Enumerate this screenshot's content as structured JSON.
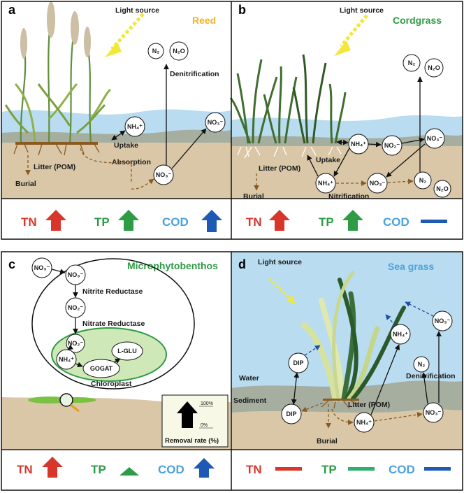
{
  "colors": {
    "tn": "#d9362b",
    "tp": "#2e9b45",
    "cod": "#1e5ab4",
    "cod_text": "#4aa3dc",
    "reed_title": "#f0b429",
    "green_title": "#2e9b45",
    "seagrass_title": "#4aa3dc",
    "water": "#b9dcf0",
    "sediment": "#d9c7a8",
    "light": "#f2e83a"
  },
  "panel_a": {
    "letter": "a",
    "title": "Reed",
    "light": "Light source",
    "n2": "N₂",
    "n2o": "N₂O",
    "denitrification": "Denitrification",
    "nh4": "NH₄⁺",
    "no3_water": "NO₃⁻",
    "uptake": "Uptake",
    "absorption": "Absorption",
    "no3_sed": "NO₃⁻",
    "litter": "Litter (POM)",
    "burial": "Burial",
    "tn": "TN",
    "tp": "TP",
    "cod": "COD",
    "tn_icon": "up-arrow-icon",
    "tp_icon": "up-arrow-icon",
    "cod_icon": "up-arrow-icon"
  },
  "panel_b": {
    "letter": "b",
    "title": "Cordgrass",
    "light": "Light source",
    "n2": "N₂",
    "n2o": "N₂O",
    "nh4": "NH₄⁺",
    "no2": "NO₂⁻",
    "no3_water": "NO₃⁻",
    "uptake": "Uptake",
    "nh4_sed": "NH₄⁺",
    "no3_sed": "NO₃⁻",
    "n2_sed": "N₂",
    "n2o_sed": "N₂O",
    "nitrification": "Nitrification",
    "litter": "Litter (POM)",
    "burial": "Burial",
    "tn": "TN",
    "tp": "TP",
    "cod": "COD",
    "tn_icon": "up-arrow-icon",
    "tp_icon": "up-arrow-icon",
    "cod_icon": "flat-bar-icon"
  },
  "panel_c": {
    "letter": "c",
    "title": "Microphytobenthos",
    "no3_out": "NO₃⁻",
    "no3_in": "NO₃⁻",
    "nitrite_reductase": "Nitrite Reductase",
    "no2": "NO₂⁻",
    "nitrate_reductase": "Nitrate Reductase",
    "no2_chl": "NO₂⁻",
    "nh4": "NH₄⁺",
    "lglu": "L-GLU",
    "gogat": "GOGAT",
    "chloroplast": "Chloroplast",
    "legend_100": "100%",
    "legend_0": "0%",
    "legend_label": "Removal rate (%)",
    "tn": "TN",
    "tp": "TP",
    "cod": "COD",
    "tn_icon": "up-arrow-icon",
    "tp_icon": "small-up-arrow-icon",
    "cod_icon": "up-arrow-icon"
  },
  "panel_d": {
    "letter": "d",
    "title": "Sea grass",
    "light": "Light source",
    "dip_water": "DIP",
    "water": "Water",
    "sediment": "Sediment",
    "dip_sed": "DIP",
    "litter": "Litter (POM)",
    "burial": "Burial",
    "nh4_water": "NH₄⁺",
    "no3_water": "NO₃⁻",
    "n2": "N₂",
    "denitrification": "Denitrification",
    "nh4_sed": "NH₄⁺",
    "no3_sed": "NO₃⁻",
    "tn": "TN",
    "tp": "TP",
    "cod": "COD",
    "tn_icon": "flat-bar-icon",
    "tp_icon": "flat-bar-icon",
    "cod_icon": "flat-bar-icon"
  }
}
